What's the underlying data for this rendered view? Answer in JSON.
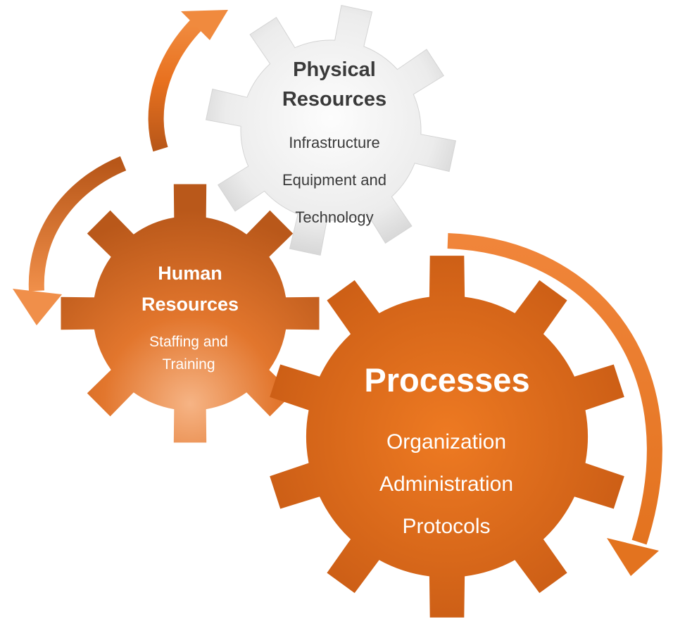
{
  "gears": {
    "physical": {
      "title_line1": "Physical",
      "title_line2": "Resources",
      "items": [
        "Infrastructure",
        "Equipment and",
        "Technology"
      ]
    },
    "human": {
      "title_line1": "Human",
      "title_line2": "Resources",
      "items": [
        "Staffing and",
        "Training"
      ]
    },
    "processes": {
      "title": "Processes",
      "items": [
        "Organization",
        "Administration",
        "Protocols"
      ]
    }
  },
  "colors": {
    "orange": "#e8701f",
    "orange_dark": "#c45a14",
    "orange_light": "#f4a36c",
    "grey": "#e9e9e9",
    "grey_dark": "#c9c9c9"
  }
}
